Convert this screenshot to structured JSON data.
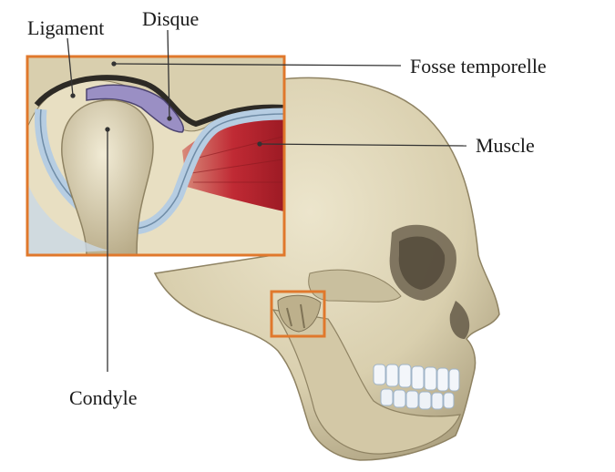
{
  "labels": {
    "ligament": "Ligament",
    "disque": "Disque",
    "fosse_temporelle": "Fosse temporelle",
    "muscle": "Muscle",
    "condyle": "Condyle"
  },
  "colors": {
    "bone": "#d9cfae",
    "bone_shadow": "#a99d7c",
    "bone_light": "#ece5cc",
    "highlight_frame": "#e0782c",
    "disc": "#9a8fc4",
    "ligament": "#b6cde2",
    "muscle": "#b9202c",
    "teeth": "#f3f6fa",
    "leader_line": "#333333"
  },
  "icons": {
    "skull": "skull-illustration",
    "inset": "tmj-inset-illustration"
  }
}
